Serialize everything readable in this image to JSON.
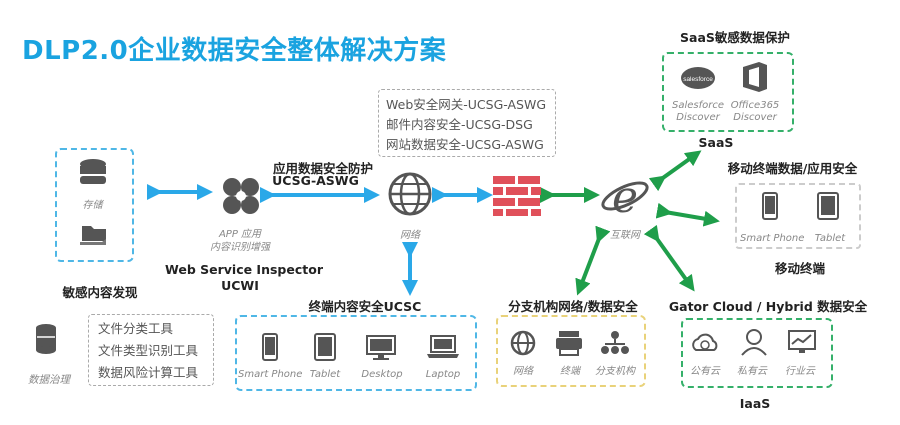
{
  "title": "DLP2.0企业数据安全整体解决方案",
  "left_box": {
    "storage_label": "存储",
    "discovery_label": "敏感内容发现"
  },
  "inspector": {
    "app_label_1": "APP 应用",
    "app_label_2": "内容识别增强",
    "name_1": "Web Service Inspector",
    "name_2": "UCWI"
  },
  "gateway": {
    "label_1": "应用数据安全防护",
    "label_2": "UCSG-ASWG",
    "network_label": "网络"
  },
  "gateway_list": [
    "Web安全网关-UCSG-ASWG",
    "邮件内容安全-UCSG-DSG",
    "网站数据安全-UCSG-ASWG"
  ],
  "internet_label": "互联网",
  "saas": {
    "header": "SaaS敏感数据保护",
    "salesforce_1": "Salesforce",
    "salesforce_2": "Discover",
    "office_1": "Office365",
    "office_2": "Discover",
    "footer": "SaaS"
  },
  "mobile": {
    "header": "移动终端数据/应用安全",
    "phone": "Smart Phone",
    "tablet": "Tablet",
    "footer": "移动终端"
  },
  "endpoint": {
    "header": "终端内容安全UCSC",
    "phone": "Smart Phone",
    "tablet": "Tablet",
    "desktop": "Desktop",
    "laptop": "Laptop"
  },
  "branch": {
    "header": "分支机构网络/数据安全",
    "network": "网络",
    "terminal": "终端",
    "branch": "分支机构"
  },
  "iaas": {
    "header": "Gator Cloud / Hybrid 数据安全",
    "public": "公有云",
    "private": "私有云",
    "industry": "行业云",
    "footer": "IaaS"
  },
  "governance": {
    "label": "数据治理",
    "items": [
      "文件分类工具",
      "文件类型识别工具",
      "数据风险计算工具"
    ]
  },
  "colors": {
    "title": "#1aa3e0",
    "blue_arrow": "#2aa8e8",
    "green_arrow": "#1f9e4a",
    "firewall": "#e0505a"
  }
}
